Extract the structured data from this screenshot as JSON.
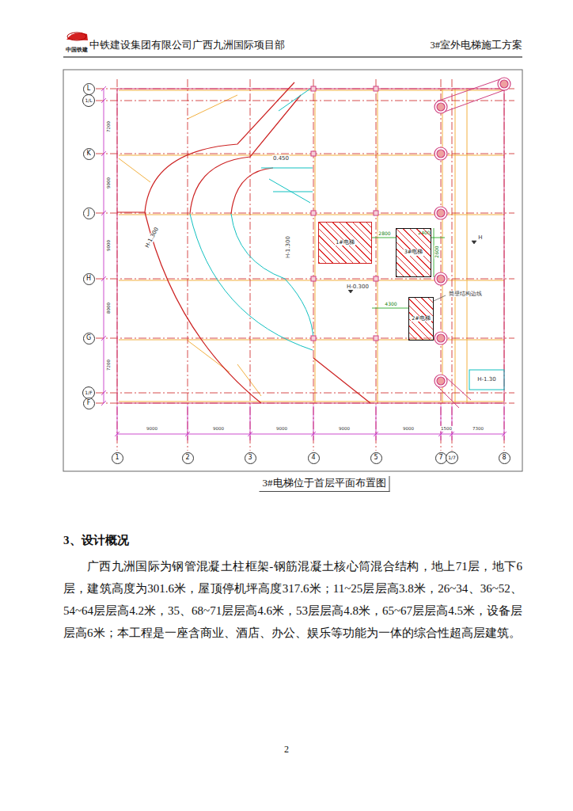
{
  "diagram": {
    "caption": "3#电梯位于首层平面布置图",
    "nodes": [
      {
        "text": [
          "L"
        ]
      },
      {
        "text": [
          "1/L"
        ]
      },
      {
        "text": [
          "K"
        ]
      },
      {
        "text": [
          "J"
        ]
      },
      {
        "text": [
          "H"
        ]
      },
      {
        "text": [
          "G"
        ]
      },
      {
        "text": [
          "1/F"
        ]
      },
      {
        "text": [
          "F"
        ]
      },
      {
        "text": [
          "1"
        ]
      },
      {
        "text": [
          "2"
        ]
      },
      {
        "text": [
          "3"
        ]
      },
      {
        "text": [
          "4"
        ]
      },
      {
        "text": [
          "5"
        ]
      },
      {
        "text": [
          "7"
        ]
      },
      {
        "text": [
          "1/7"
        ]
      },
      {
        "text": [
          "8"
        ]
      },
      {
        "text": [
          "1#电梯"
        ]
      },
      {
        "text": [
          "3#电梯"
        ]
      },
      {
        "text": [
          "2#电梯"
        ]
      }
    ],
    "labels": [
      "中国铁建",
      "中铁建设集团有限公司广西九洲国际项目部",
      "3#室外电梯施工方案",
      "0.450",
      "H-1.300",
      "H-1.300",
      "H-0.300",
      "2800",
      "2400",
      "2600",
      "4300",
      "筒壁结构边线",
      "H",
      "H-1.30",
      "9000",
      "9000",
      "9000",
      "9000",
      "9000",
      "1500",
      "7300",
      "7200",
      "9000",
      "9000",
      "8000",
      "7200",
      "3、设计概况",
      "广西九洲国际为钢管混凝土柱框架-钢筋混凝土核心筒混合结构，地上71层，地下6层，建筑高度为301.6米，屋顶停机坪高度317.6米；11~25层层高3.8米，26~34、36~52、54~64层层高4.2米，35、68~71层层高4.6米，53层层高4.8米，65~67层层高4.5米，设备层层高6米；本工程是一座含商业、酒店、办公、娱乐等功能为一体的综合性超高层建筑。",
      "2"
    ]
  }
}
